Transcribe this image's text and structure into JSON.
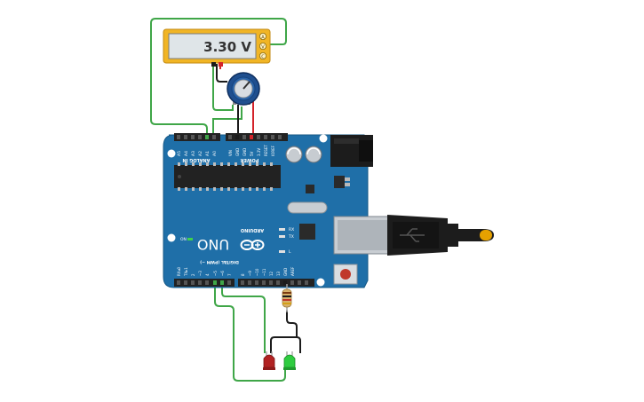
{
  "multimeter": {
    "reading": "3.30 V",
    "terminals": [
      "A",
      "V",
      "C"
    ]
  },
  "arduino": {
    "brand": "ARDUINO",
    "model": "UNO",
    "on_label": "ON",
    "rx_label": "RX",
    "tx_label": "TX",
    "l_label": "L",
    "analog_header": "ANALOG IN",
    "power_header": "POWER",
    "digital_header": "DIGITAL (PWM ~)",
    "analog_pins": [
      "A5",
      "A4",
      "A3",
      "A2",
      "A1",
      "A0"
    ],
    "power_pins": [
      "VIN",
      "GND",
      "GND",
      "5V",
      "3.3V",
      "RESET",
      "IOREF"
    ],
    "digital_low_pins": [
      "RX◂0",
      "TX▸1",
      "2",
      "~3",
      "4",
      "~5",
      "~6",
      "7"
    ],
    "digital_high_pins": [
      "8",
      "~9",
      "~10",
      "~11",
      "12",
      "13",
      "GND",
      "AREF"
    ]
  },
  "colors": {
    "board": "#1f6fa8",
    "wire_green": "#3fa648",
    "wire_red": "#d3232a",
    "wire_black": "#1b1b1b",
    "led_red": "#b22222",
    "led_green": "#2ecc40",
    "meter_body": "#f1b525",
    "meter_screen": "#dfe5e8"
  },
  "components": {
    "potentiometer": "potentiometer",
    "resistor": "resistor",
    "led_red": "red LED",
    "led_green": "green LED",
    "usb": "usb-cable"
  }
}
